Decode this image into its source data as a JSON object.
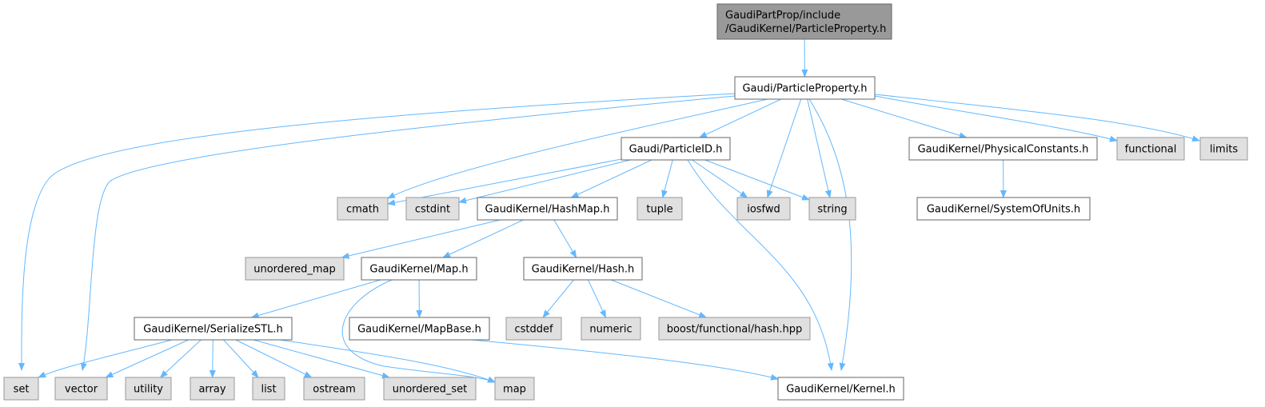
{
  "diagram": {
    "nodes": [
      {
        "id": "root",
        "label_lines": [
          "GaudiPartProp/include",
          "/GaudiKernel/ParticleProperty.h"
        ],
        "style": "root"
      },
      {
        "id": "pp",
        "label_lines": [
          "Gaudi/ParticleProperty.h"
        ],
        "style": "file"
      },
      {
        "id": "pid",
        "label_lines": [
          "Gaudi/ParticleID.h"
        ],
        "style": "file"
      },
      {
        "id": "physconst",
        "label_lines": [
          "GaudiKernel/PhysicalConstants.h"
        ],
        "style": "file"
      },
      {
        "id": "functional",
        "label_lines": [
          "functional"
        ],
        "style": "system"
      },
      {
        "id": "limits",
        "label_lines": [
          "limits"
        ],
        "style": "system"
      },
      {
        "id": "cmath",
        "label_lines": [
          "cmath"
        ],
        "style": "system"
      },
      {
        "id": "cstdint",
        "label_lines": [
          "cstdint"
        ],
        "style": "system"
      },
      {
        "id": "hashmap",
        "label_lines": [
          "GaudiKernel/HashMap.h"
        ],
        "style": "file"
      },
      {
        "id": "tuple",
        "label_lines": [
          "tuple"
        ],
        "style": "system"
      },
      {
        "id": "iosfwd",
        "label_lines": [
          "iosfwd"
        ],
        "style": "system"
      },
      {
        "id": "string",
        "label_lines": [
          "string"
        ],
        "style": "system"
      },
      {
        "id": "sysunits",
        "label_lines": [
          "GaudiKernel/SystemOfUnits.h"
        ],
        "style": "file"
      },
      {
        "id": "umap",
        "label_lines": [
          "unordered_map"
        ],
        "style": "system"
      },
      {
        "id": "mapH",
        "label_lines": [
          "GaudiKernel/Map.h"
        ],
        "style": "file"
      },
      {
        "id": "hashH",
        "label_lines": [
          "GaudiKernel/Hash.h"
        ],
        "style": "file"
      },
      {
        "id": "serial",
        "label_lines": [
          "GaudiKernel/SerializeSTL.h"
        ],
        "style": "file"
      },
      {
        "id": "mapbase",
        "label_lines": [
          "GaudiKernel/MapBase.h"
        ],
        "style": "file"
      },
      {
        "id": "cstddef",
        "label_lines": [
          "cstddef"
        ],
        "style": "system"
      },
      {
        "id": "numeric",
        "label_lines": [
          "numeric"
        ],
        "style": "system"
      },
      {
        "id": "boosthash",
        "label_lines": [
          "boost/functional/hash.hpp"
        ],
        "style": "system"
      },
      {
        "id": "set",
        "label_lines": [
          "set"
        ],
        "style": "system"
      },
      {
        "id": "vector",
        "label_lines": [
          "vector"
        ],
        "style": "system"
      },
      {
        "id": "utility",
        "label_lines": [
          "utility"
        ],
        "style": "system"
      },
      {
        "id": "array",
        "label_lines": [
          "array"
        ],
        "style": "system"
      },
      {
        "id": "list",
        "label_lines": [
          "list"
        ],
        "style": "system"
      },
      {
        "id": "ostream",
        "label_lines": [
          "ostream"
        ],
        "style": "system"
      },
      {
        "id": "uset",
        "label_lines": [
          "unordered_set"
        ],
        "style": "system"
      },
      {
        "id": "map",
        "label_lines": [
          "map"
        ],
        "style": "system"
      },
      {
        "id": "kernel",
        "label_lines": [
          "GaudiKernel/Kernel.h"
        ],
        "style": "file"
      }
    ],
    "edges": [
      [
        "root",
        "pp"
      ],
      [
        "pp",
        "pid"
      ],
      [
        "pp",
        "physconst"
      ],
      [
        "pp",
        "functional"
      ],
      [
        "pp",
        "limits"
      ],
      [
        "pp",
        "cmath"
      ],
      [
        "pp",
        "iosfwd"
      ],
      [
        "pp",
        "string"
      ],
      [
        "pp",
        "kernel"
      ],
      [
        "pp",
        "set"
      ],
      [
        "pp",
        "vector"
      ],
      [
        "pid",
        "cmath"
      ],
      [
        "pid",
        "cstdint"
      ],
      [
        "pid",
        "hashmap"
      ],
      [
        "pid",
        "tuple"
      ],
      [
        "pid",
        "iosfwd"
      ],
      [
        "pid",
        "string"
      ],
      [
        "pid",
        "kernel"
      ],
      [
        "physconst",
        "sysunits"
      ],
      [
        "hashmap",
        "umap"
      ],
      [
        "hashmap",
        "mapH"
      ],
      [
        "hashmap",
        "hashH"
      ],
      [
        "mapH",
        "serial"
      ],
      [
        "mapH",
        "mapbase"
      ],
      [
        "mapH",
        "map"
      ],
      [
        "hashH",
        "cstddef"
      ],
      [
        "hashH",
        "numeric"
      ],
      [
        "hashH",
        "boosthash"
      ],
      [
        "mapbase",
        "kernel"
      ],
      [
        "serial",
        "set"
      ],
      [
        "serial",
        "vector"
      ],
      [
        "serial",
        "utility"
      ],
      [
        "serial",
        "array"
      ],
      [
        "serial",
        "list"
      ],
      [
        "serial",
        "ostream"
      ],
      [
        "serial",
        "uset"
      ],
      [
        "serial",
        "map"
      ]
    ],
    "colors": {
      "edge": "#63b8ff",
      "root_fill": "#999999",
      "root_stroke": "#666666",
      "file_fill": "#ffffff",
      "file_stroke": "#666666",
      "system_fill": "#e0e0e0",
      "system_stroke": "#999999",
      "text": "#000000"
    }
  }
}
